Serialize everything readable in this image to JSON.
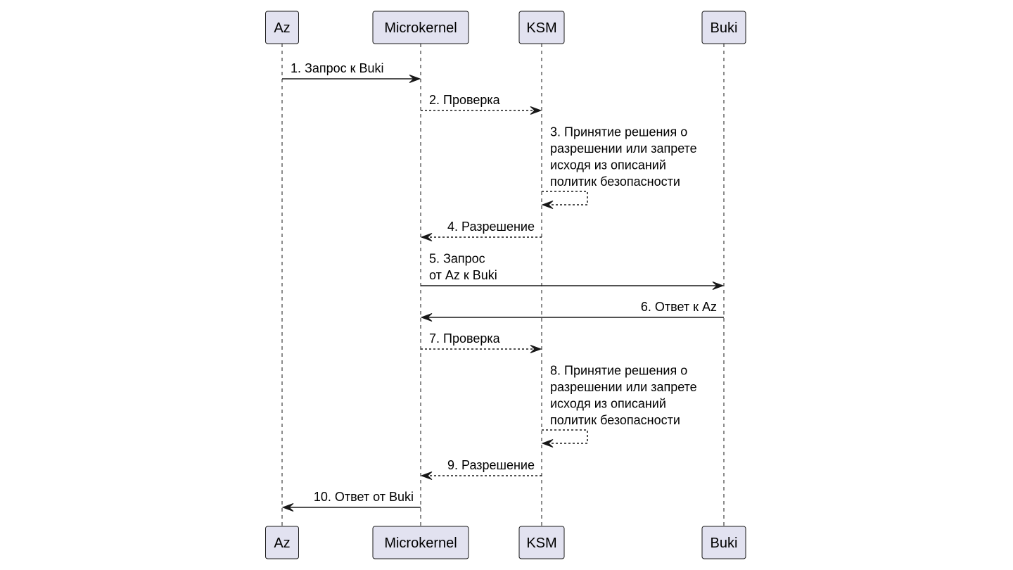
{
  "participants": [
    {
      "id": "az",
      "label": "Az"
    },
    {
      "id": "microkernel",
      "label": "Microkernel"
    },
    {
      "id": "ksm",
      "label": "KSM"
    },
    {
      "id": "buki",
      "label": "Buki"
    }
  ],
  "messages": [
    {
      "from": "az",
      "to": "microkernel",
      "style": "solid",
      "lines": [
        "1. Запрос к Buki"
      ]
    },
    {
      "from": "microkernel",
      "to": "ksm",
      "style": "dashed",
      "lines": [
        "2. Проверка"
      ]
    },
    {
      "from": "ksm",
      "to": "ksm",
      "style": "dashed",
      "lines": [
        "3. Принятие решения о",
        "разрешении или запрете",
        "исходя из описаний",
        "политик безопасности"
      ]
    },
    {
      "from": "ksm",
      "to": "microkernel",
      "style": "dashed",
      "lines": [
        "4. Разрешение"
      ]
    },
    {
      "from": "microkernel",
      "to": "buki",
      "style": "solid",
      "lines": [
        "5. Запрос",
        "от Az к Buki"
      ]
    },
    {
      "from": "buki",
      "to": "microkernel",
      "style": "solid",
      "lines": [
        "6. Ответ к Az"
      ]
    },
    {
      "from": "microkernel",
      "to": "ksm",
      "style": "dashed",
      "lines": [
        "7. Проверка"
      ]
    },
    {
      "from": "ksm",
      "to": "ksm",
      "style": "dashed",
      "lines": [
        "8. Принятие решения о",
        "разрешении или запрете",
        "исходя из описаний",
        "политик безопасности"
      ]
    },
    {
      "from": "ksm",
      "to": "microkernel",
      "style": "dashed",
      "lines": [
        "9. Разрешение"
      ]
    },
    {
      "from": "microkernel",
      "to": "az",
      "style": "solid",
      "lines": [
        "10. Ответ от Buki"
      ]
    }
  ]
}
